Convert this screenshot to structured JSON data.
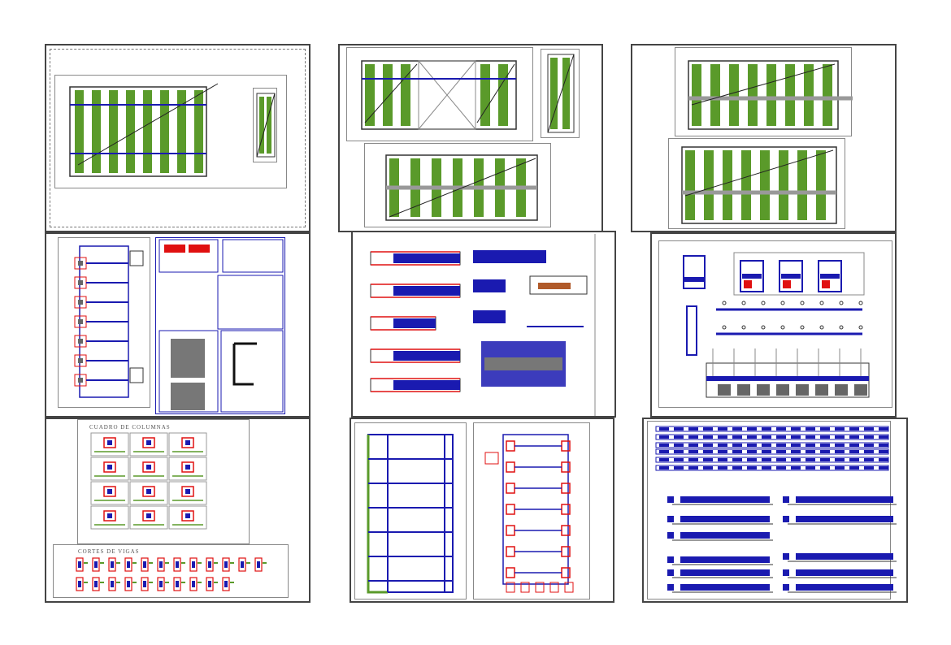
{
  "drawing": {
    "sheets": [
      {
        "id": "sheet-1",
        "type": "floor-slab-plan"
      },
      {
        "id": "sheet-2",
        "type": "floor-slab-plan"
      },
      {
        "id": "sheet-3",
        "type": "floor-slab-plan"
      },
      {
        "id": "sheet-4",
        "type": "foundation-details"
      },
      {
        "id": "sheet-5",
        "type": "beam-elevations"
      },
      {
        "id": "sheet-6",
        "type": "frame-elevations"
      },
      {
        "id": "sheet-7",
        "type": "column-and-beam-schedule"
      },
      {
        "id": "sheet-8",
        "type": "foundation-plans"
      },
      {
        "id": "sheet-9",
        "type": "beam-reinforcement-details"
      }
    ],
    "labels": {
      "column_schedule_title": "CUADRO DE COLUMNAS",
      "beam_sections_title": "CORTES DE VIGAS"
    },
    "colors": {
      "slab_green": "#5a9a2a",
      "beam_blue": "#1a1ab0",
      "rebar_red": "#e01010",
      "hatch_gray": "#666666",
      "border": "#444444"
    }
  }
}
